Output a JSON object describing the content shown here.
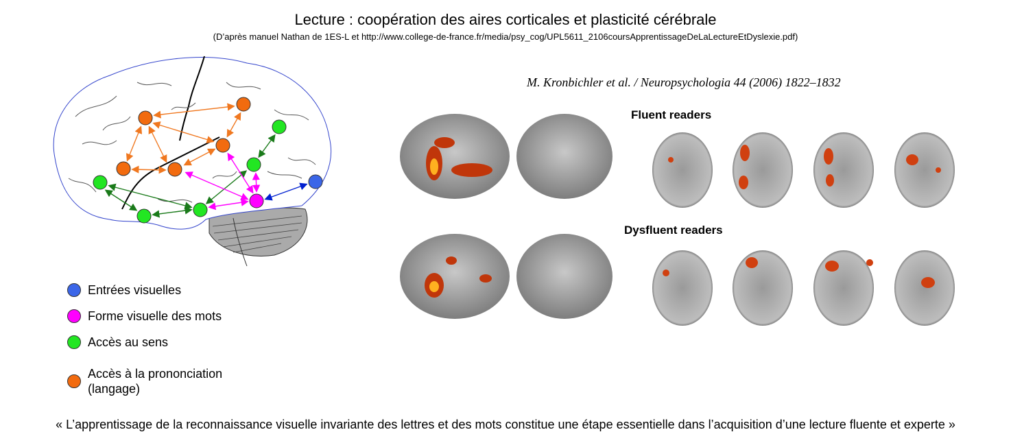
{
  "title": "Lecture : coopération des aires corticales et plasticité cérébrale",
  "subtitle": "(D’après manuel  Nathan de 1ES-L et http://www.college-de-france.fr/media/psy_cog/UPL5611_2106coursApprentissageDeLaLectureEtDyslexie.pdf)",
  "legend": [
    {
      "label": "Entrées visuelles",
      "color": "#3b66e8"
    },
    {
      "label": "Forme visuelle des mots",
      "color": "#ff00ff"
    },
    {
      "label": "Accès au sens",
      "color": "#22e622"
    },
    {
      "label": "Accès à la prononciation (langage)",
      "color": "#f26b0f"
    }
  ],
  "scans": {
    "citation": "M. Kronbichler et al. / Neuropsychologia 44 (2006) 1822–1832",
    "group1": "Fluent readers",
    "group2": "Dysfluent readers"
  },
  "quote": "« L’apprentissage de la reconnaissance visuelle invariante des lettres et des mots constitue une étape essentielle dans l’acquisition d’une lecture fluente et experte »"
}
